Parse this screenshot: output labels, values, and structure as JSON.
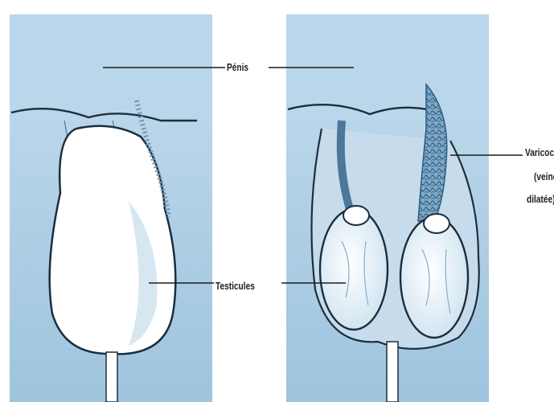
{
  "labels": {
    "penis": "Pénis",
    "testicles": "Testicules",
    "varicocele": "Varicocèle",
    "varicocele_sub1": "(veine",
    "varicocele_sub2": "dilatée)"
  },
  "colors": {
    "background": "#ffffff",
    "skin_blue": "#a9cce4",
    "skin_light": "#d5e8f3",
    "vein_dark": "#3f6f93",
    "outline": "#1c2e3d"
  }
}
